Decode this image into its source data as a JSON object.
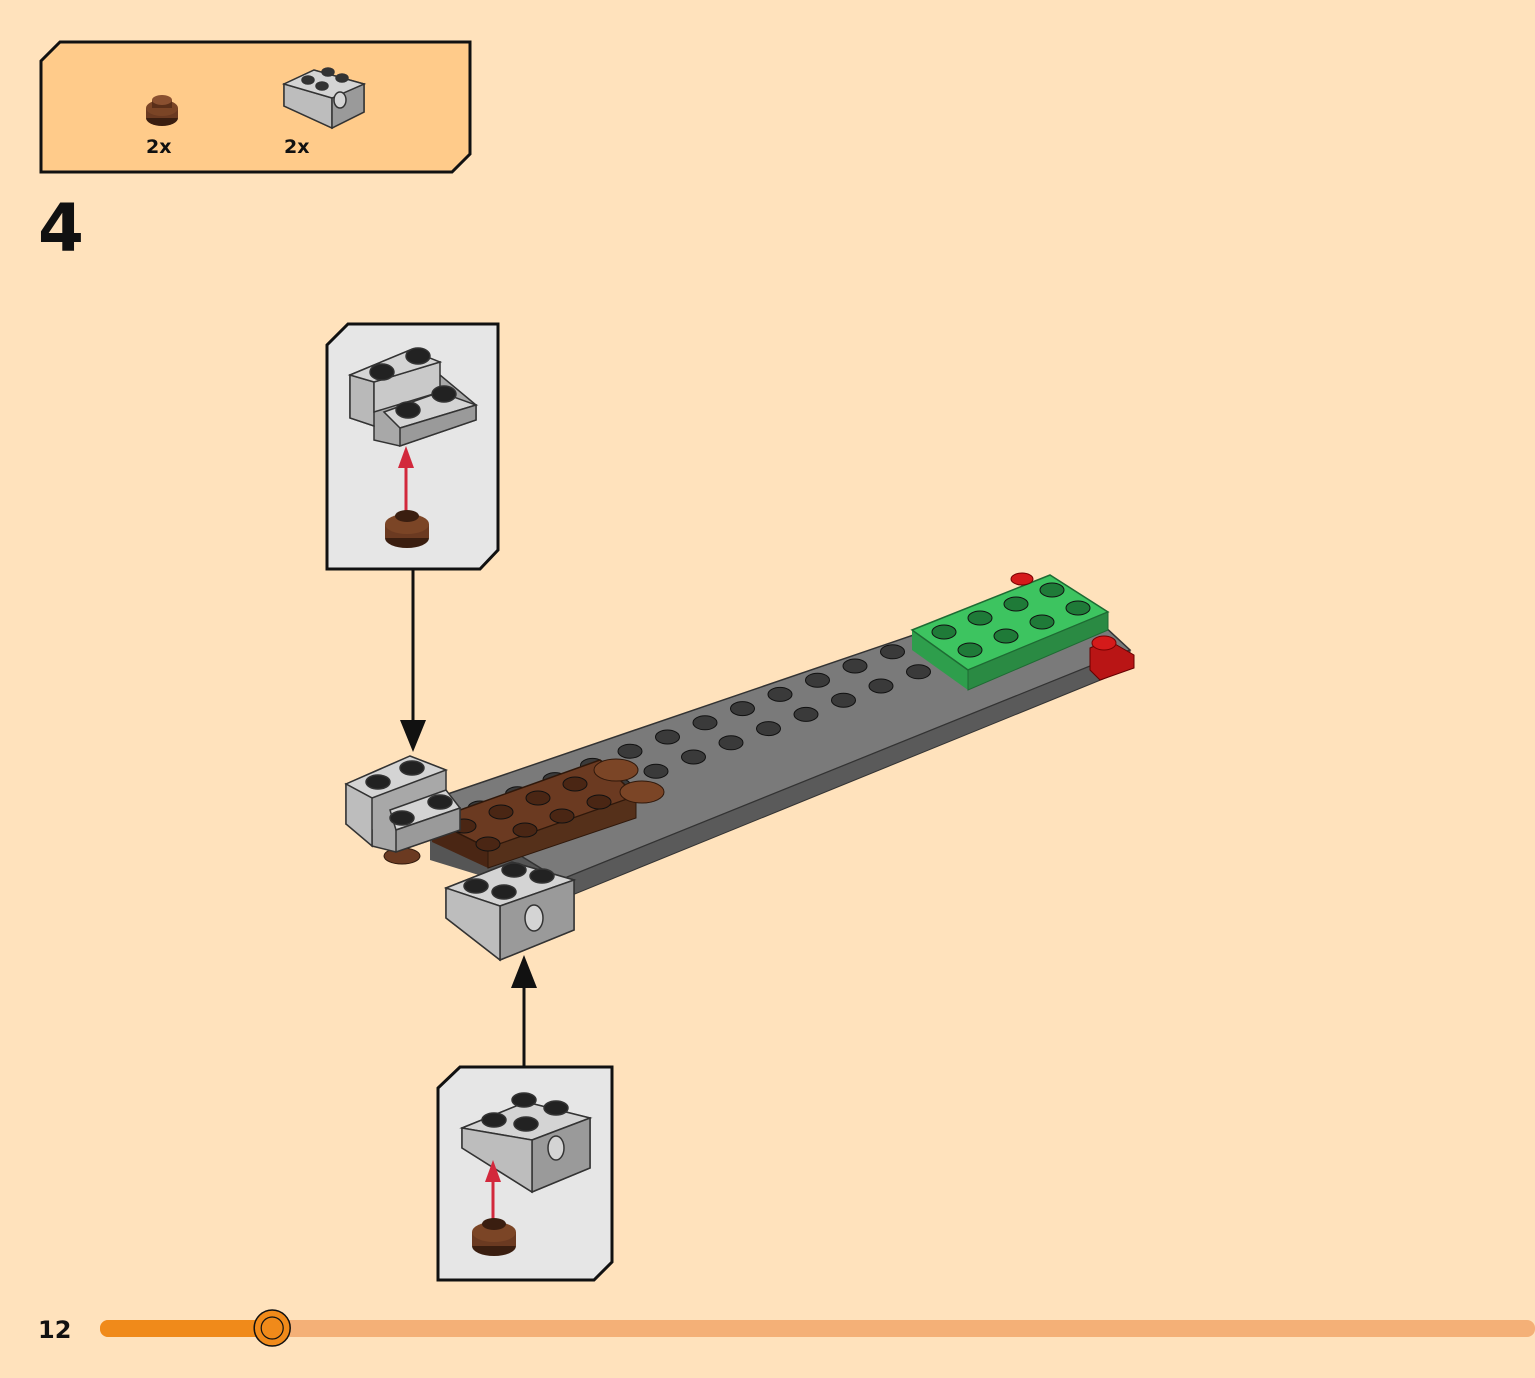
{
  "parts_list": {
    "items": [
      {
        "icon": "brown-round-plate-icon",
        "quantity": "2x"
      },
      {
        "icon": "gray-bracket-brick-icon",
        "quantity": "2x"
      }
    ]
  },
  "step": {
    "number": "4"
  },
  "callouts": [
    {
      "name": "top-callout",
      "parts": [
        "gray-bracket-brick-icon",
        "brown-round-plate-icon"
      ]
    },
    {
      "name": "bottom-callout",
      "parts": [
        "gray-bracket-brick-icon",
        "brown-round-plate-icon"
      ]
    }
  ],
  "footer": {
    "page_number": "12",
    "progress": 0.12
  },
  "colors": {
    "background": "#FFE2BC",
    "parts_box": "#FFCB8A",
    "callout": "#E6E6E6",
    "progress_active": "#F08A1A",
    "progress_track": "#F4B077",
    "brick_gray": "#BDBDBD",
    "plate_dark": "#6E6E6E",
    "brown": "#6B3A21",
    "green": "#3DC460",
    "red": "#D51A1A",
    "arrow_red": "#D2283C"
  }
}
